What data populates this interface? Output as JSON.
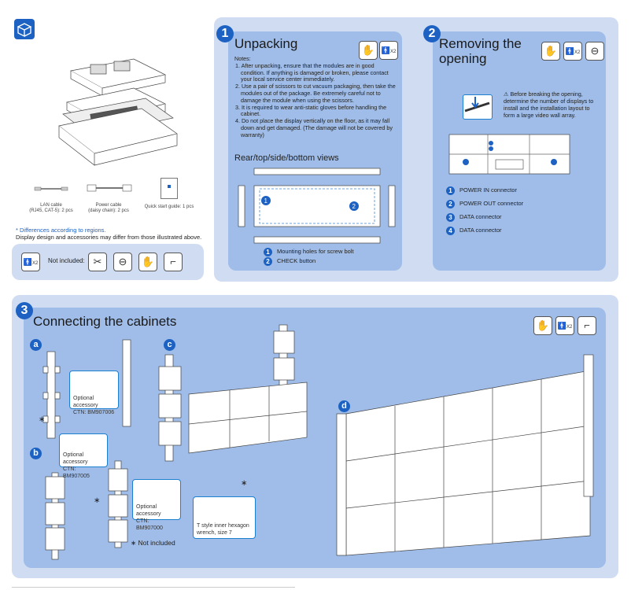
{
  "contents": {
    "cables": [
      {
        "label_line1": "LAN cable",
        "label_line2": "(RJ45, CAT-5): 2 pcs"
      },
      {
        "label_line1": "Power cable",
        "label_line2": "(daisy chain): 2 pcs"
      },
      {
        "label_line1": "Quick start guide: 1 pcs",
        "label_line2": ""
      }
    ],
    "region_note": "* Differences according to regions.",
    "disclaimer": "Display design and accessories may differ from those illustrated above.",
    "not_included_label": "Not included:",
    "persons": "X2"
  },
  "section1": {
    "number": "1",
    "title": "Unpacking",
    "persons": "X2",
    "notes_heading": "Notes:",
    "notes": [
      "1. After unpacking, ensure that the modules are in good condition. If anything is damaged or broken, please contact your local service center immediately.",
      "2. Use a pair of scissors to cut vacuum packaging, then take the modules out of the package. Be extremely careful not to damage the module when using the scissors.",
      "3. It is required to wear anti-static gloves before handling the cabinet.",
      "4. Do not place the display vertically on the floor, as it may fall down and get damaged. (The damage will not be covered by warranty)"
    ],
    "views_title": "Rear/top/side/bottom views",
    "legend": [
      {
        "num": "1",
        "text": "Mounting holes for screw bolt"
      },
      {
        "num": "2",
        "text": "CHECK button"
      }
    ]
  },
  "section2": {
    "number": "2",
    "title_line1": "Removing the",
    "title_line2": "opening",
    "persons": "X2",
    "warning": "Before breaking the opening, determine the  number of displays to install and the installation layout to form a large video wall array.",
    "legend": [
      {
        "num": "1",
        "text": "POWER IN connector"
      },
      {
        "num": "2",
        "text": "POWER OUT connector"
      },
      {
        "num": "3",
        "text": "DATA connector"
      },
      {
        "num": "4",
        "text": "DATA connector"
      }
    ]
  },
  "section3": {
    "number": "3",
    "title": "Connecting the cabinets",
    "persons": "X2",
    "steps": [
      "a",
      "b",
      "c",
      "d"
    ],
    "callouts": [
      {
        "line1": "Optional accessory",
        "line2": "CTN: BM907006"
      },
      {
        "line1": "Optional accessory",
        "line2": "CTN: BM907005"
      },
      {
        "line1": "Optional accessory",
        "line2": "CTN: BM907000"
      },
      {
        "line1": "T style inner hexagon",
        "line2": "wrench, size 7"
      }
    ],
    "not_included": "∗ Not included",
    "asterisk": "∗"
  },
  "colors": {
    "accent": "#1d62c2",
    "panel_light": "#cfdcf2",
    "panel_dark": "#9fbde8"
  }
}
